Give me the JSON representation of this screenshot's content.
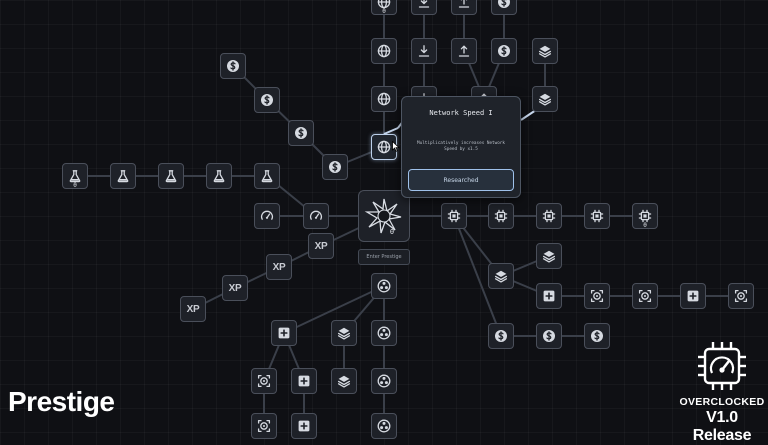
{
  "game": {
    "screen_label": "Prestige",
    "core_node": {
      "icon": "spiked-core-icon",
      "count": "0"
    },
    "prestige_button": {
      "label": "Enter Prestige"
    },
    "tooltip": {
      "title": "Network Speed I",
      "description": "Multiplicatively increases Network Speed by x1.5",
      "button_label": "Researched"
    },
    "branding": {
      "name": "OVERCLOCKED",
      "version": "V1.0 Release"
    },
    "colors": {
      "background": "#0f1014",
      "node_fill": "#1e2128",
      "node_border": "#4a4f5a",
      "edge": "#3a3f49",
      "active_edge": "#c8d8ee",
      "accent": "#9fc1ea",
      "text": "#e6e9ee"
    },
    "nodes": [
      {
        "id": "n_globe_a",
        "icon": "globe-icon",
        "count": "0"
      },
      {
        "id": "n_dl_a",
        "icon": "download-icon"
      },
      {
        "id": "n_ul_a",
        "icon": "upload-icon"
      },
      {
        "id": "n_coin_a",
        "icon": "dollar-icon"
      },
      {
        "id": "n_globe_b",
        "icon": "globe-icon"
      },
      {
        "id": "n_dl_b",
        "icon": "download-icon"
      },
      {
        "id": "n_ul_b",
        "icon": "upload-icon"
      },
      {
        "id": "n_coin_b",
        "icon": "dollar-icon"
      },
      {
        "id": "n_layers_a",
        "icon": "layers-icon"
      },
      {
        "id": "n_globe_c",
        "icon": "globe-icon"
      },
      {
        "id": "n_dl_c",
        "icon": "download-icon"
      },
      {
        "id": "n_ul_c",
        "icon": "upload-icon"
      },
      {
        "id": "n_layers_b",
        "icon": "layers-icon"
      },
      {
        "id": "n_globe_active",
        "icon": "globe-icon",
        "active": true
      },
      {
        "id": "n_coin_c",
        "icon": "dollar-icon"
      },
      {
        "id": "n_coin_d",
        "icon": "dollar-icon"
      },
      {
        "id": "n_coin_e",
        "icon": "dollar-icon"
      },
      {
        "id": "n_coin_f",
        "icon": "dollar-icon"
      },
      {
        "id": "n_flask_a",
        "icon": "flask-icon",
        "count": "0"
      },
      {
        "id": "n_flask_b",
        "icon": "flask-icon"
      },
      {
        "id": "n_flask_c",
        "icon": "flask-icon"
      },
      {
        "id": "n_flask_d",
        "icon": "flask-icon"
      },
      {
        "id": "n_flask_e",
        "icon": "flask-icon"
      },
      {
        "id": "n_gauge_a",
        "icon": "gauge-icon"
      },
      {
        "id": "n_gauge_b",
        "icon": "gauge-icon"
      },
      {
        "id": "n_xp_a",
        "icon": "xp-icon",
        "label": "XP"
      },
      {
        "id": "n_xp_b",
        "icon": "xp-icon",
        "label": "XP"
      },
      {
        "id": "n_xp_c",
        "icon": "xp-icon",
        "label": "XP"
      },
      {
        "id": "n_xp_d",
        "icon": "xp-icon",
        "label": "XP"
      },
      {
        "id": "n_chip_a",
        "icon": "chip-icon"
      },
      {
        "id": "n_chip_b",
        "icon": "chip-icon"
      },
      {
        "id": "n_chip_c",
        "icon": "chip-icon"
      },
      {
        "id": "n_chip_d",
        "icon": "chip-icon"
      },
      {
        "id": "n_chip_e",
        "icon": "chip-icon",
        "count": "0"
      },
      {
        "id": "n_layers_c",
        "icon": "layers-icon"
      },
      {
        "id": "n_layers_d",
        "icon": "layers-icon"
      },
      {
        "id": "n_plus_a",
        "icon": "plus-icon"
      },
      {
        "id": "n_target_a",
        "icon": "target-icon"
      },
      {
        "id": "n_target_b",
        "icon": "target-icon"
      },
      {
        "id": "n_plus_b",
        "icon": "plus-icon"
      },
      {
        "id": "n_target_c",
        "icon": "target-icon"
      },
      {
        "id": "n_coin_g",
        "icon": "dollar-icon"
      },
      {
        "id": "n_coin_h",
        "icon": "dollar-icon"
      },
      {
        "id": "n_coin_i",
        "icon": "dollar-icon"
      },
      {
        "id": "n_swirl_a",
        "icon": "swirl-icon"
      },
      {
        "id": "n_plus_c",
        "icon": "plus-icon"
      },
      {
        "id": "n_layers_e",
        "icon": "layers-icon"
      },
      {
        "id": "n_swirl_b",
        "icon": "swirl-icon"
      },
      {
        "id": "n_target_d",
        "icon": "target-icon"
      },
      {
        "id": "n_plus_d",
        "icon": "plus-icon"
      },
      {
        "id": "n_layers_f",
        "icon": "layers-icon"
      },
      {
        "id": "n_swirl_c",
        "icon": "swirl-icon"
      },
      {
        "id": "n_target_e",
        "icon": "target-icon"
      },
      {
        "id": "n_plus_e",
        "icon": "plus-icon"
      },
      {
        "id": "n_swirl_d",
        "icon": "swirl-icon"
      }
    ]
  }
}
